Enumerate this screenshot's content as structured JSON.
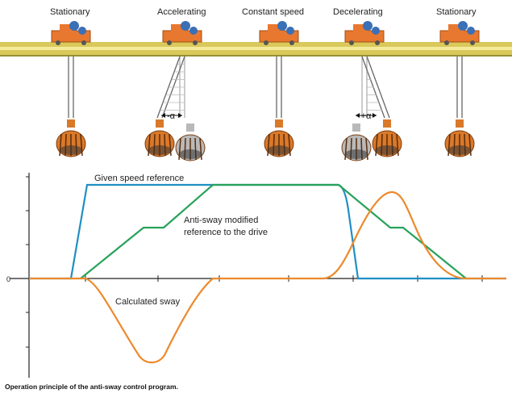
{
  "phases": [
    {
      "label": "Stationary",
      "sway": "none"
    },
    {
      "label": "Accelerating",
      "sway": "back"
    },
    {
      "label": "Constant speed",
      "sway": "none"
    },
    {
      "label": "Decelerating",
      "sway": "forward"
    },
    {
      "label": "Stationary",
      "sway": "none"
    }
  ],
  "angle_labels": {
    "minus": "-α",
    "plus": "+α"
  },
  "graph": {
    "zero_label": "0",
    "given_speed_label": "Given speed reference",
    "anti_sway_label_line1": "Anti-sway modified",
    "anti_sway_label_line2": "reference to the drive",
    "sway_label": "Calculated sway"
  },
  "colors": {
    "rail": "#d9c95a",
    "trolley": "#e8782f",
    "motor": "#3b6fb6",
    "grab": "#d9792a",
    "ghost_grab": "#b9b9b9",
    "speed_line": "#1f8fc4",
    "anti_sway_line": "#27a25a",
    "sway_line": "#ec8a2c"
  },
  "caption": "Operation principle of the anti-sway control program."
}
